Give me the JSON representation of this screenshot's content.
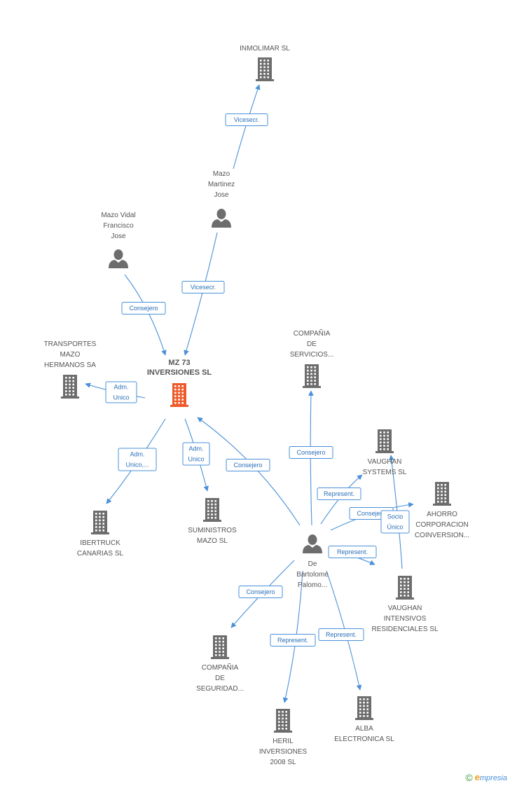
{
  "nodes": [
    {
      "id": "inmolimar",
      "type": "company",
      "lines": [
        "INMOLIMAR SL"
      ]
    },
    {
      "id": "mazo_martinez",
      "type": "person",
      "lines": [
        "Mazo",
        "Martinez",
        "Jose"
      ]
    },
    {
      "id": "mazo_vidal",
      "type": "person",
      "lines": [
        "Mazo Vidal",
        "Francisco",
        "Jose"
      ]
    },
    {
      "id": "mz73",
      "type": "company",
      "main": true,
      "lines": [
        "MZ 73",
        "INVERSIONES SL"
      ]
    },
    {
      "id": "transportes",
      "type": "company",
      "lines": [
        "TRANSPORTES",
        "MAZO",
        "HERMANOS SA"
      ]
    },
    {
      "id": "ibertruck",
      "type": "company",
      "lines": [
        "IBERTRUCK",
        "CANARIAS SL"
      ]
    },
    {
      "id": "suministros",
      "type": "company",
      "lines": [
        "SUMINISTROS",
        "MAZO SL"
      ]
    },
    {
      "id": "compania_serv",
      "type": "company",
      "lines": [
        "COMPAÑIA",
        "DE",
        "SERVICIOS..."
      ]
    },
    {
      "id": "vaughan_sys",
      "type": "company",
      "lines": [
        "VAUGHAN",
        "SYSTEMS SL"
      ]
    },
    {
      "id": "ahorro",
      "type": "company",
      "lines": [
        "AHORRO",
        "CORPORACION",
        "COINVERSION..."
      ]
    },
    {
      "id": "debartolome",
      "type": "person",
      "lines": [
        "De",
        "Bartolome",
        "Palomo..."
      ]
    },
    {
      "id": "vaughan_int",
      "type": "company",
      "lines": [
        "VAUGHAN",
        "INTENSIVOS",
        "RESIDENCIALES SL"
      ]
    },
    {
      "id": "compania_seg",
      "type": "company",
      "lines": [
        "COMPAÑIA",
        "DE",
        "SEGURIDAD..."
      ]
    },
    {
      "id": "heril",
      "type": "company",
      "lines": [
        "HERIL",
        "INVERSIONES",
        "2008 SL"
      ]
    },
    {
      "id": "alba",
      "type": "company",
      "lines": [
        "ALBA",
        "ELECTRONICA SL"
      ]
    }
  ],
  "edges": [
    {
      "from": "mazo_martinez",
      "to": "inmolimar",
      "label": [
        "Vicesecr."
      ]
    },
    {
      "from": "mazo_martinez",
      "to": "mz73",
      "label": [
        "Vicesecr."
      ]
    },
    {
      "from": "mazo_vidal",
      "to": "mz73",
      "label": [
        "Consejero"
      ]
    },
    {
      "from": "mz73",
      "to": "transportes",
      "label": [
        "Adm.",
        "Unico"
      ]
    },
    {
      "from": "mz73",
      "to": "ibertruck",
      "label": [
        "Adm.",
        "Unico,..."
      ]
    },
    {
      "from": "mz73",
      "to": "suministros",
      "label": [
        "Adm.",
        "Unico"
      ]
    },
    {
      "from": "debartolome",
      "to": "mz73",
      "label": [
        "Consejero"
      ]
    },
    {
      "from": "debartolome",
      "to": "compania_serv",
      "label": [
        "Consejero"
      ]
    },
    {
      "from": "debartolome",
      "to": "vaughan_sys",
      "label": [
        "Represent."
      ]
    },
    {
      "from": "debartolome",
      "to": "ahorro",
      "label": [
        "Consejero"
      ]
    },
    {
      "from": "vaughan_int",
      "to": "vaughan_sys",
      "label": [
        "Socio",
        "Único"
      ]
    },
    {
      "from": "debartolome",
      "to": "vaughan_int",
      "label": [
        "Represent."
      ]
    },
    {
      "from": "debartolome",
      "to": "compania_seg",
      "label": [
        "Consejero"
      ]
    },
    {
      "from": "debartolome",
      "to": "heril",
      "label": [
        "Represent."
      ]
    },
    {
      "from": "debartolome",
      "to": "alba",
      "label": [
        "Represent."
      ]
    }
  ],
  "colors": {
    "edge": "#4a90d9",
    "icon": "#6d6d6d",
    "main_icon": "#ee5a2a",
    "label_text": "#555555"
  },
  "footer": {
    "copyright_symbol": "©",
    "brand_initial": "e",
    "brand_rest": "mpresia"
  }
}
